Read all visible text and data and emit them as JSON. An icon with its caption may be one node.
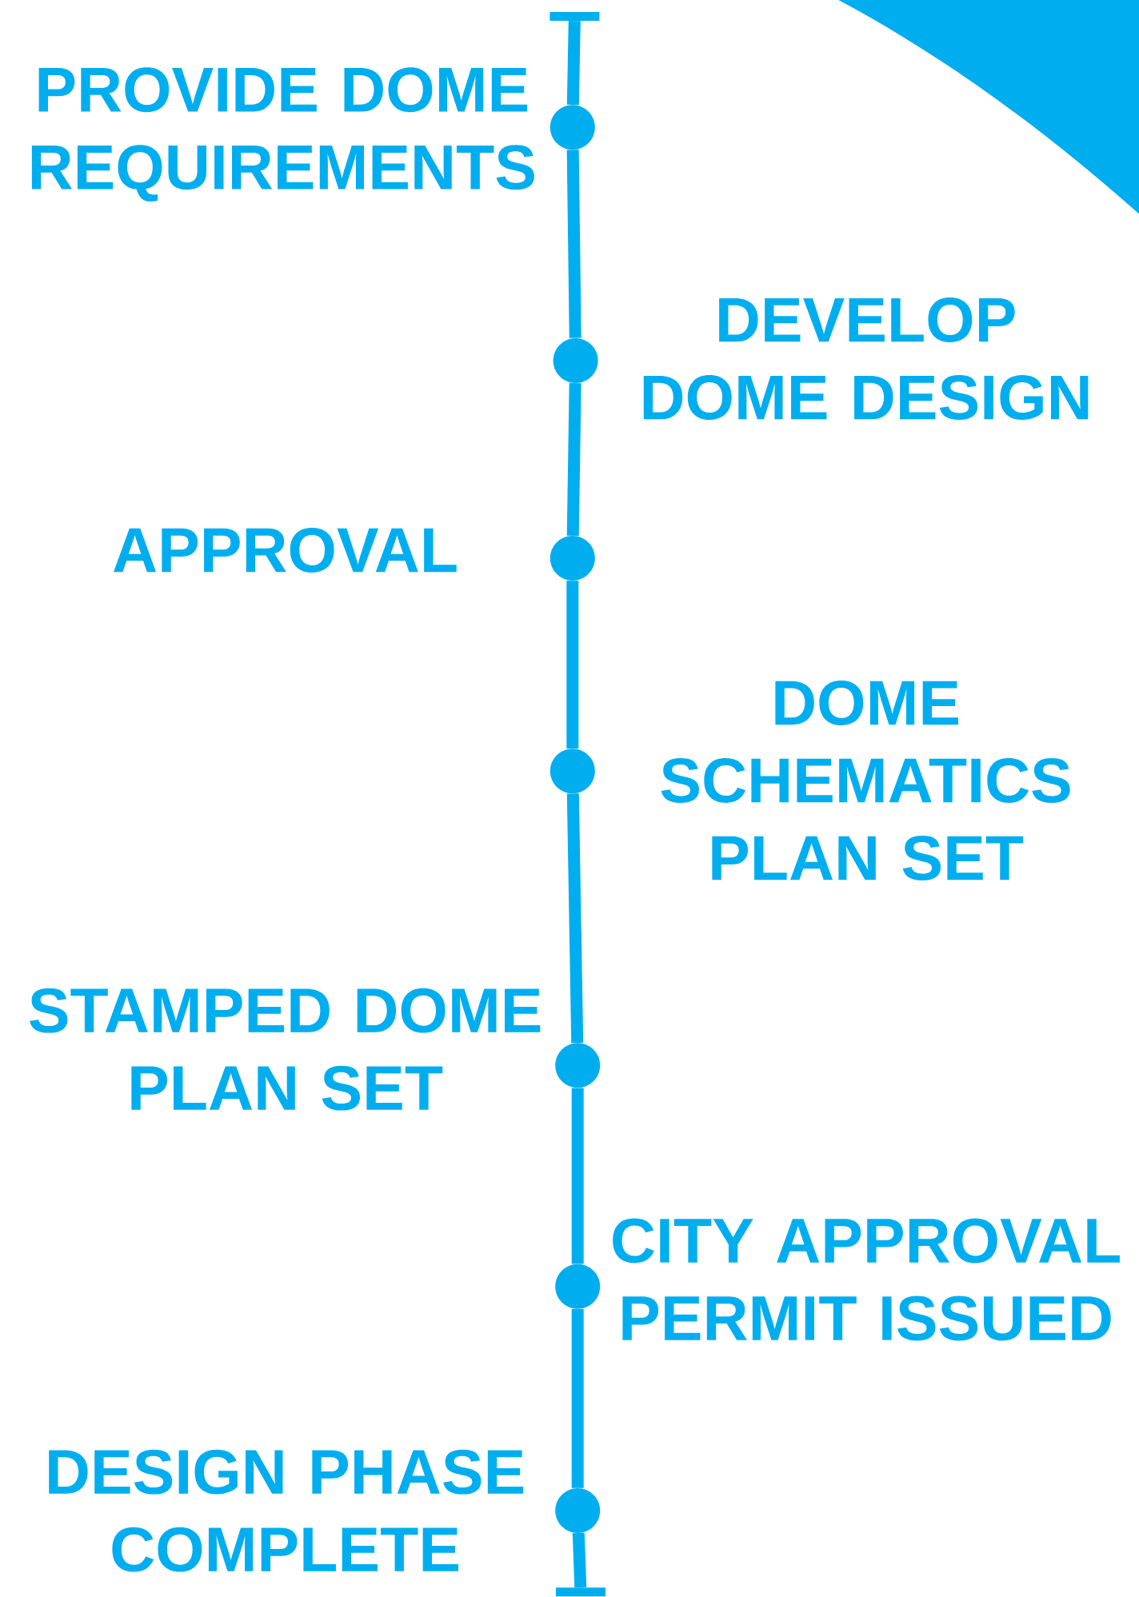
{
  "diagram": {
    "nodes": [
      {
        "text": [],
        "shape": "circle",
        "beside": [
          "PROVIDE DOME REQUIREMENTS"
        ]
      },
      {
        "text": [],
        "shape": "circle",
        "beside": [
          "DEVELOP DOME DESIGN"
        ]
      },
      {
        "text": [],
        "shape": "circle",
        "beside": [
          "APPROVAL"
        ]
      },
      {
        "text": [],
        "shape": "circle",
        "beside": [
          "DOME SCHEMATICS PLAN SET"
        ]
      },
      {
        "text": [],
        "shape": "circle",
        "beside": [
          "STAMPED DOME PLAN SET"
        ]
      },
      {
        "text": [],
        "shape": "circle",
        "beside": [
          "CITY APPROVAL PERMIT ISSUED"
        ]
      },
      {
        "text": [],
        "shape": "circle",
        "beside": [
          "DESIGN PHASE COMPLETE"
        ]
      },
      {
        "text": [],
        "shape": "bar"
      },
      {
        "text": [],
        "shape": "bar"
      }
    ],
    "edges": [
      {
        "from": 7,
        "to": 0,
        "arrow": "none"
      },
      {
        "from": 0,
        "to": 1,
        "arrow": "none"
      },
      {
        "from": 1,
        "to": 2,
        "arrow": "none"
      },
      {
        "from": 2,
        "to": 3,
        "arrow": "none"
      },
      {
        "from": 3,
        "to": 4,
        "arrow": "none"
      },
      {
        "from": 4,
        "to": 5,
        "arrow": "none"
      },
      {
        "from": 5,
        "to": 6,
        "arrow": "none"
      },
      {
        "from": 6,
        "to": 8,
        "arrow": "none"
      }
    ]
  }
}
